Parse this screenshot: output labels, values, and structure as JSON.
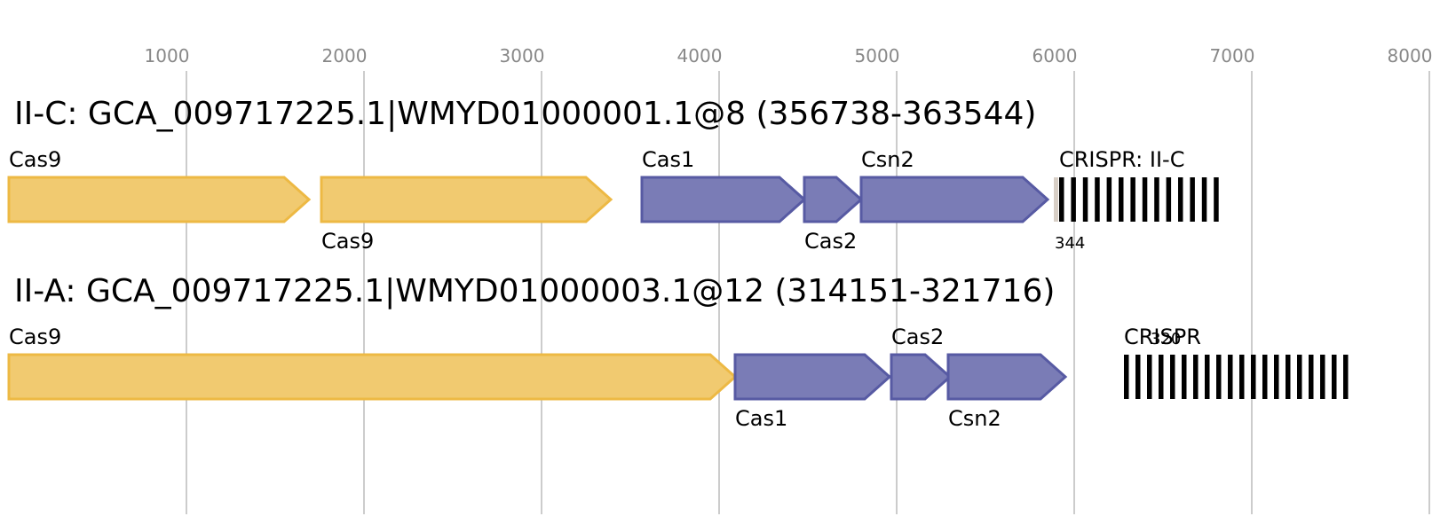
{
  "axis": {
    "ticks": [
      "1000",
      "2000",
      "3000",
      "4000",
      "5000",
      "6000",
      "7000",
      "8000"
    ]
  },
  "colors": {
    "yellow_fill": "#f1ca70",
    "yellow_stroke": "#edb944",
    "blue_fill": "#7a7cb6",
    "blue_stroke": "#575aa3",
    "grid": "#bbbbbb",
    "crispr_bar": "#000000",
    "crispr_leader": "#d8cfc6"
  },
  "loci": [
    {
      "title": "II-C: GCA_009717225.1|WMYD01000001.1@8 (356738-363544)",
      "genes": [
        {
          "label": "Cas9",
          "color": "yellow",
          "label_pos": "above"
        },
        {
          "label": "Cas9",
          "color": "yellow",
          "label_pos": "below"
        },
        {
          "label": "Cas1",
          "color": "blue",
          "label_pos": "above"
        },
        {
          "label": "Cas2",
          "color": "blue",
          "label_pos": "below"
        },
        {
          "label": "Csn2",
          "color": "blue",
          "label_pos": "above"
        }
      ],
      "crispr": {
        "label": "CRISPR: II-C",
        "count": "344",
        "spacers": 14
      }
    },
    {
      "title": "II-A: GCA_009717225.1|WMYD01000003.1@12 (314151-321716)",
      "genes": [
        {
          "label": "Cas9",
          "color": "yellow",
          "label_pos": "above"
        },
        {
          "label": "Cas1",
          "color": "blue",
          "label_pos": "below"
        },
        {
          "label": "Cas2",
          "color": "blue",
          "label_pos": "above"
        },
        {
          "label": "Csn2",
          "color": "blue",
          "label_pos": "below"
        }
      ],
      "crispr": {
        "label": "CRISPR",
        "count": "320",
        "spacers": 20
      }
    }
  ]
}
